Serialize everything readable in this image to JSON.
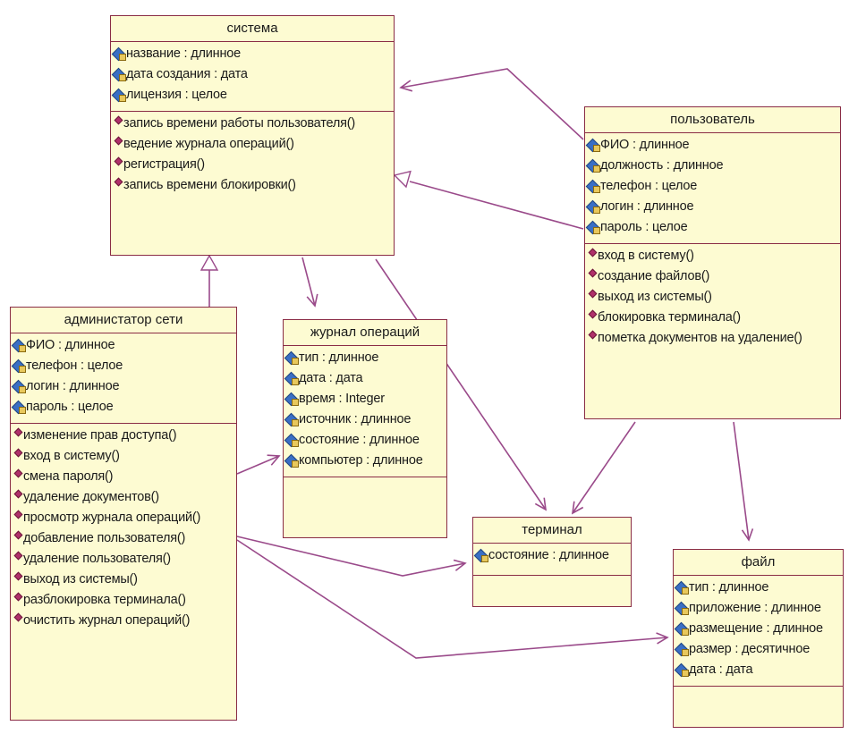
{
  "diagram": {
    "classes": {
      "sistema": {
        "name": "система",
        "attributes": [
          "название : длинное",
          "дата создания : дата",
          "лицензия : целое"
        ],
        "operations": [
          "запись времени работы пользователя()",
          "ведение журнала операций()",
          "регистрация()",
          "запись времени блокировки()"
        ]
      },
      "polzovatel": {
        "name": "пользователь",
        "attributes": [
          "ФИО : длинное",
          "должность : длинное",
          "телефон : целое",
          "логин : длинное",
          "пароль : целое"
        ],
        "operations": [
          "вход в систему()",
          "создание файлов()",
          "выход из системы()",
          "блокировка терминала()",
          "пометка документов на удаление()"
        ]
      },
      "administrator": {
        "name": "администатор сети",
        "attributes": [
          "ФИО : длинное",
          "телефон : целое",
          "логин : длинное",
          "пароль : целое"
        ],
        "operations": [
          "изменение прав доступа()",
          "вход в систему()",
          "смена пароля()",
          "удаление документов()",
          "просмотр журнала операций()",
          "добавление пользователя()",
          "удаление пользователя()",
          "выход из системы()",
          "разблокировка терминала()",
          "очистить журнал операций()"
        ]
      },
      "zhurnal": {
        "name": "журнал операций",
        "attributes": [
          "тип : длинное",
          "дата : дата",
          "время : Integer",
          "источник : длинное",
          "состояние : длинное",
          "компьютер : длинное"
        ],
        "operations": []
      },
      "terminal": {
        "name": "терминал",
        "attributes": [
          "состояние : длинное"
        ],
        "operations": []
      },
      "fail": {
        "name": "файл",
        "attributes": [
          "тип : длинное",
          "приложение : длинное",
          "размещение : длинное",
          "размер : десятичное",
          "дата : дата"
        ],
        "operations": []
      }
    },
    "relationships": [
      {
        "kind": "generalization",
        "from": "administrator",
        "to": "sistema"
      },
      {
        "kind": "generalization",
        "from": "polzovatel",
        "to": "sistema"
      },
      {
        "kind": "association",
        "from": "polzovatel",
        "to": "sistema"
      },
      {
        "kind": "association",
        "from": "sistema",
        "to": "zhurnal"
      },
      {
        "kind": "association",
        "from": "sistema",
        "to": "terminal"
      },
      {
        "kind": "association",
        "from": "administrator",
        "to": "zhurnal"
      },
      {
        "kind": "association",
        "from": "administrator",
        "to": "terminal"
      },
      {
        "kind": "association",
        "from": "administrator",
        "to": "fail"
      },
      {
        "kind": "association",
        "from": "polzovatel",
        "to": "terminal"
      },
      {
        "kind": "association",
        "from": "polzovatel",
        "to": "fail"
      }
    ],
    "colors": {
      "class_fill": "#fdfbd2",
      "class_border": "#8a2c45",
      "connector": "#9a4a8a",
      "attribute_icon": "#3a6fc4",
      "operation_icon": "#b0306a"
    }
  }
}
